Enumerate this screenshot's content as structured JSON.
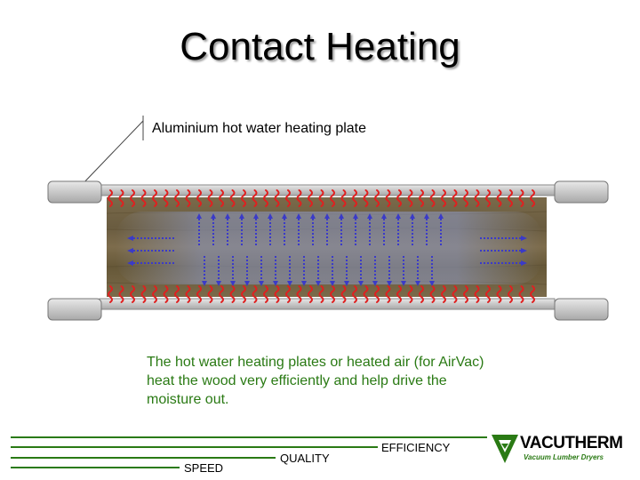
{
  "title": "Contact Heating",
  "plate_label": "Aluminium hot water heating plate",
  "caption": "The hot water heating plates or heated air (for AirVac) heat the wood very efficiently and help drive the moisture out.",
  "footer": {
    "lines": [
      "EFFICIENCY",
      "QUALITY",
      "SPEED"
    ]
  },
  "logo": {
    "wordmark": "VACUTHERM",
    "tagline": "Vacuum Lumber Dryers"
  },
  "colors": {
    "heat_waves": "#e02020",
    "moisture_arrows": "#3a3ac8",
    "accent_green": "#2a7a14",
    "plate_gray": "#c8c8c8"
  }
}
